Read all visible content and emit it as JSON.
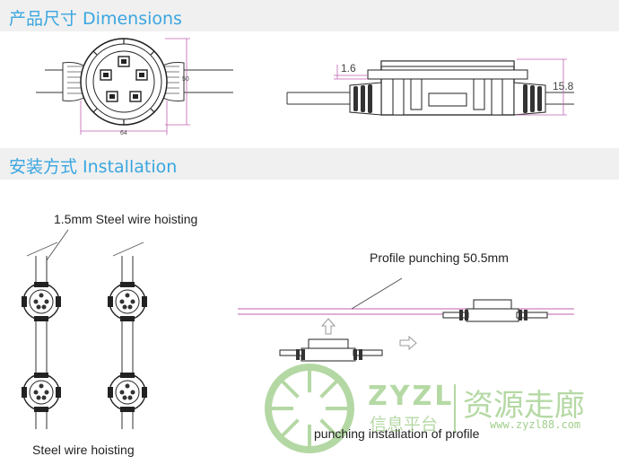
{
  "headers": {
    "dimensions": "产品尺寸 Dimensions",
    "installation": "安装方式 Installation"
  },
  "dimensions": {
    "front_height": "50",
    "front_width": "64",
    "side_top": "1.6",
    "side_height": "15.8"
  },
  "installation": {
    "wire_label": "1.5mm Steel wire hoisting",
    "wire_caption": "Steel wire hoisting",
    "profile_label": "Profile punching 50.5mm",
    "profile_caption": "punching installation of profile"
  },
  "watermark": {
    "brand": "ZYZL",
    "cn_small": "信息平台",
    "cn_big": "资源走廊",
    "url": "www.zyzl88.com"
  },
  "colors": {
    "header_text": "#3aa6e0",
    "band_bg": "#f0f0f0",
    "dimension_line": "#c060b0",
    "watermark": "#78b95a"
  }
}
